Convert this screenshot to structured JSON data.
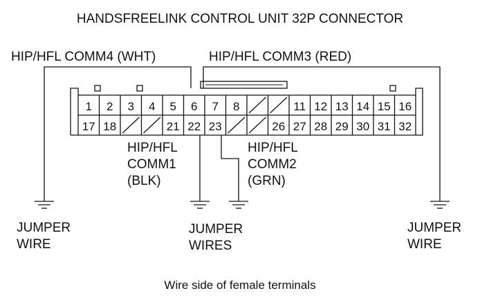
{
  "title": "HANDSFREELINK CONTROL UNIT 32P CONNECTOR",
  "caption": "Wire side of female terminals",
  "labels": {
    "comm4": "HIP/HFL COMM4 (WHT)",
    "comm3": "HIP/HFL COMM3 (RED)",
    "comm1": [
      "HIP/HFL",
      "COMM1",
      "(BLK)"
    ],
    "comm2": [
      "HIP/HFL",
      "COMM2",
      "(GRN)"
    ],
    "jumper_left": [
      "JUMPER",
      "WIRE"
    ],
    "jumper_center": [
      "JUMPER",
      "WIRES"
    ],
    "jumper_right": [
      "JUMPER",
      "WIRE"
    ]
  },
  "connector": {
    "top_row": [
      "1",
      "2",
      "3",
      "4",
      "5",
      "6",
      "7",
      "8",
      "",
      "",
      "11",
      "12",
      "13",
      "14",
      "15",
      "16"
    ],
    "bottom_row": [
      "17",
      "18",
      "",
      "",
      "21",
      "22",
      "23",
      "",
      "",
      "26",
      "27",
      "28",
      "29",
      "30",
      "31",
      "32"
    ]
  }
}
